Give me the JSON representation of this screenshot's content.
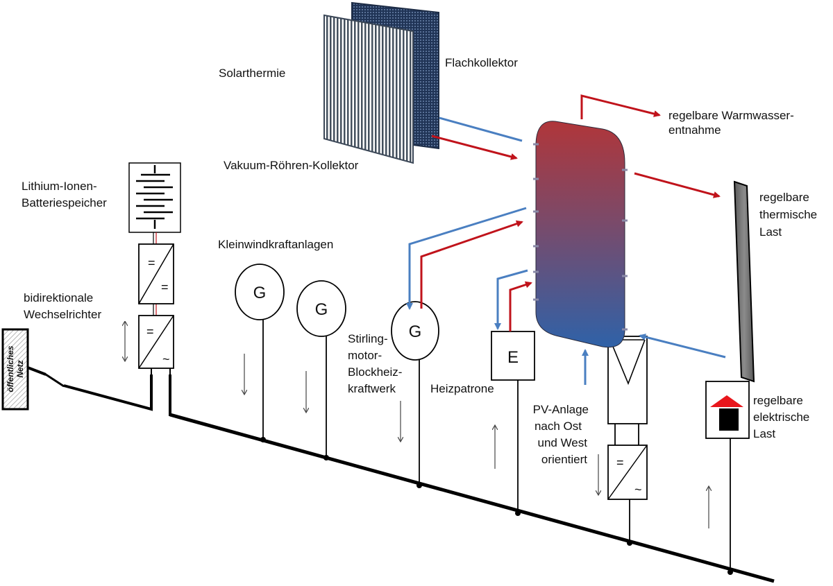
{
  "labels": {
    "solarthermie": "Solarthermie",
    "flachkollektor": "Flachkollektor",
    "vakuum": "Vakuum-Röhren-Kollektor",
    "warmwasser_1": "regelbare Warmwasser-",
    "warmwasser_2": "entnahme",
    "thermisch_1": "regelbare",
    "thermisch_2": "thermische",
    "thermisch_3": "Last",
    "battery_1": "Lithium-Ionen-",
    "battery_2": "Batteriespeicher",
    "inverter_1": "bidirektionale",
    "inverter_2": "Wechselrichter",
    "wind": "Kleinwindkraftanlagen",
    "stirling_1": "Stirling-",
    "stirling_2": "motor-",
    "stirling_3": "Blockheiz-",
    "stirling_4": "kraftwerk",
    "heizpatrone": "Heizpatrone",
    "pv_1": "PV-Anlage",
    "pv_2": "nach Ost",
    "pv_3": "und West",
    "pv_4": "orientiert",
    "elektrisch_1": "regelbare",
    "elektrisch_2": "elektrische",
    "elektrisch_3": "Last",
    "netz_1": "öffentliches",
    "netz_2": "Netz"
  },
  "symbols": {
    "generator": "G",
    "heater": "E",
    "dc": "=",
    "ac": "~"
  },
  "colors": {
    "hot": "#c0131b",
    "cold": "#4a7fc1",
    "tank_top": "#b0363a",
    "tank_bottom": "#2f62a8",
    "line": "#000000"
  }
}
